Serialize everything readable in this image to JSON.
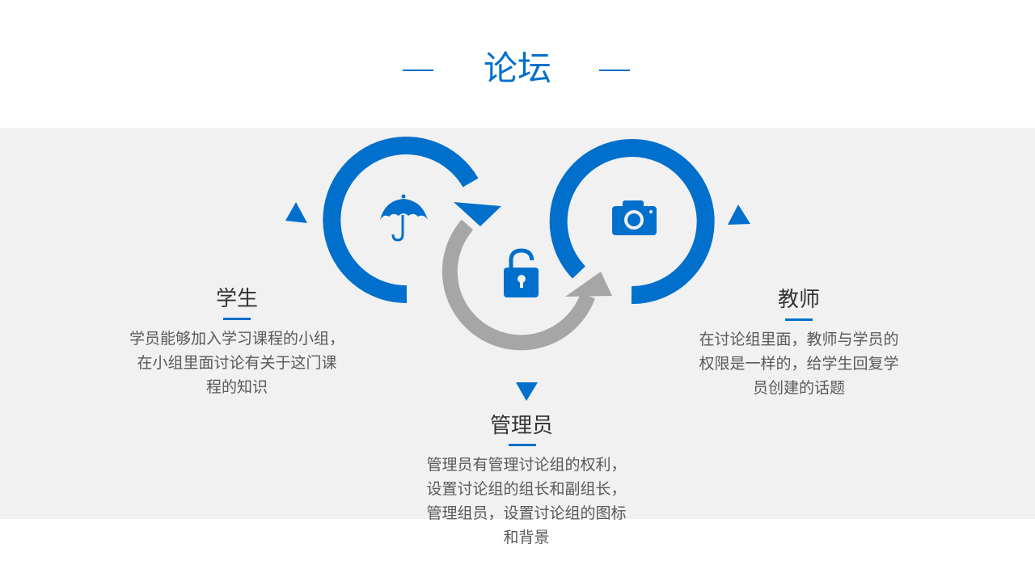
{
  "title": "论坛",
  "colors": {
    "accent": "#0070cc",
    "gray_arrow": "#a6a6a6",
    "band": "#f1f1f1"
  },
  "icons": [
    "umbrella-icon",
    "lock-open-icon",
    "camera-icon"
  ],
  "roles": {
    "student": {
      "heading": "学生",
      "lines": [
        "学员能够加入学习课程的小组，",
        "在小组里面讨论有关于这门课",
        "程的知识"
      ]
    },
    "admin": {
      "heading": "管理员",
      "lines": [
        "管理员有管理讨论组的权利，",
        "设置讨论组的组长和副组长，",
        "管理组员，设置讨论组的图标",
        "和背景"
      ]
    },
    "teacher": {
      "heading": "教师",
      "lines": [
        "在讨论组里面，教师与学员的",
        "权限是一样的，给学生回复学",
        "员创建的话题"
      ]
    }
  }
}
